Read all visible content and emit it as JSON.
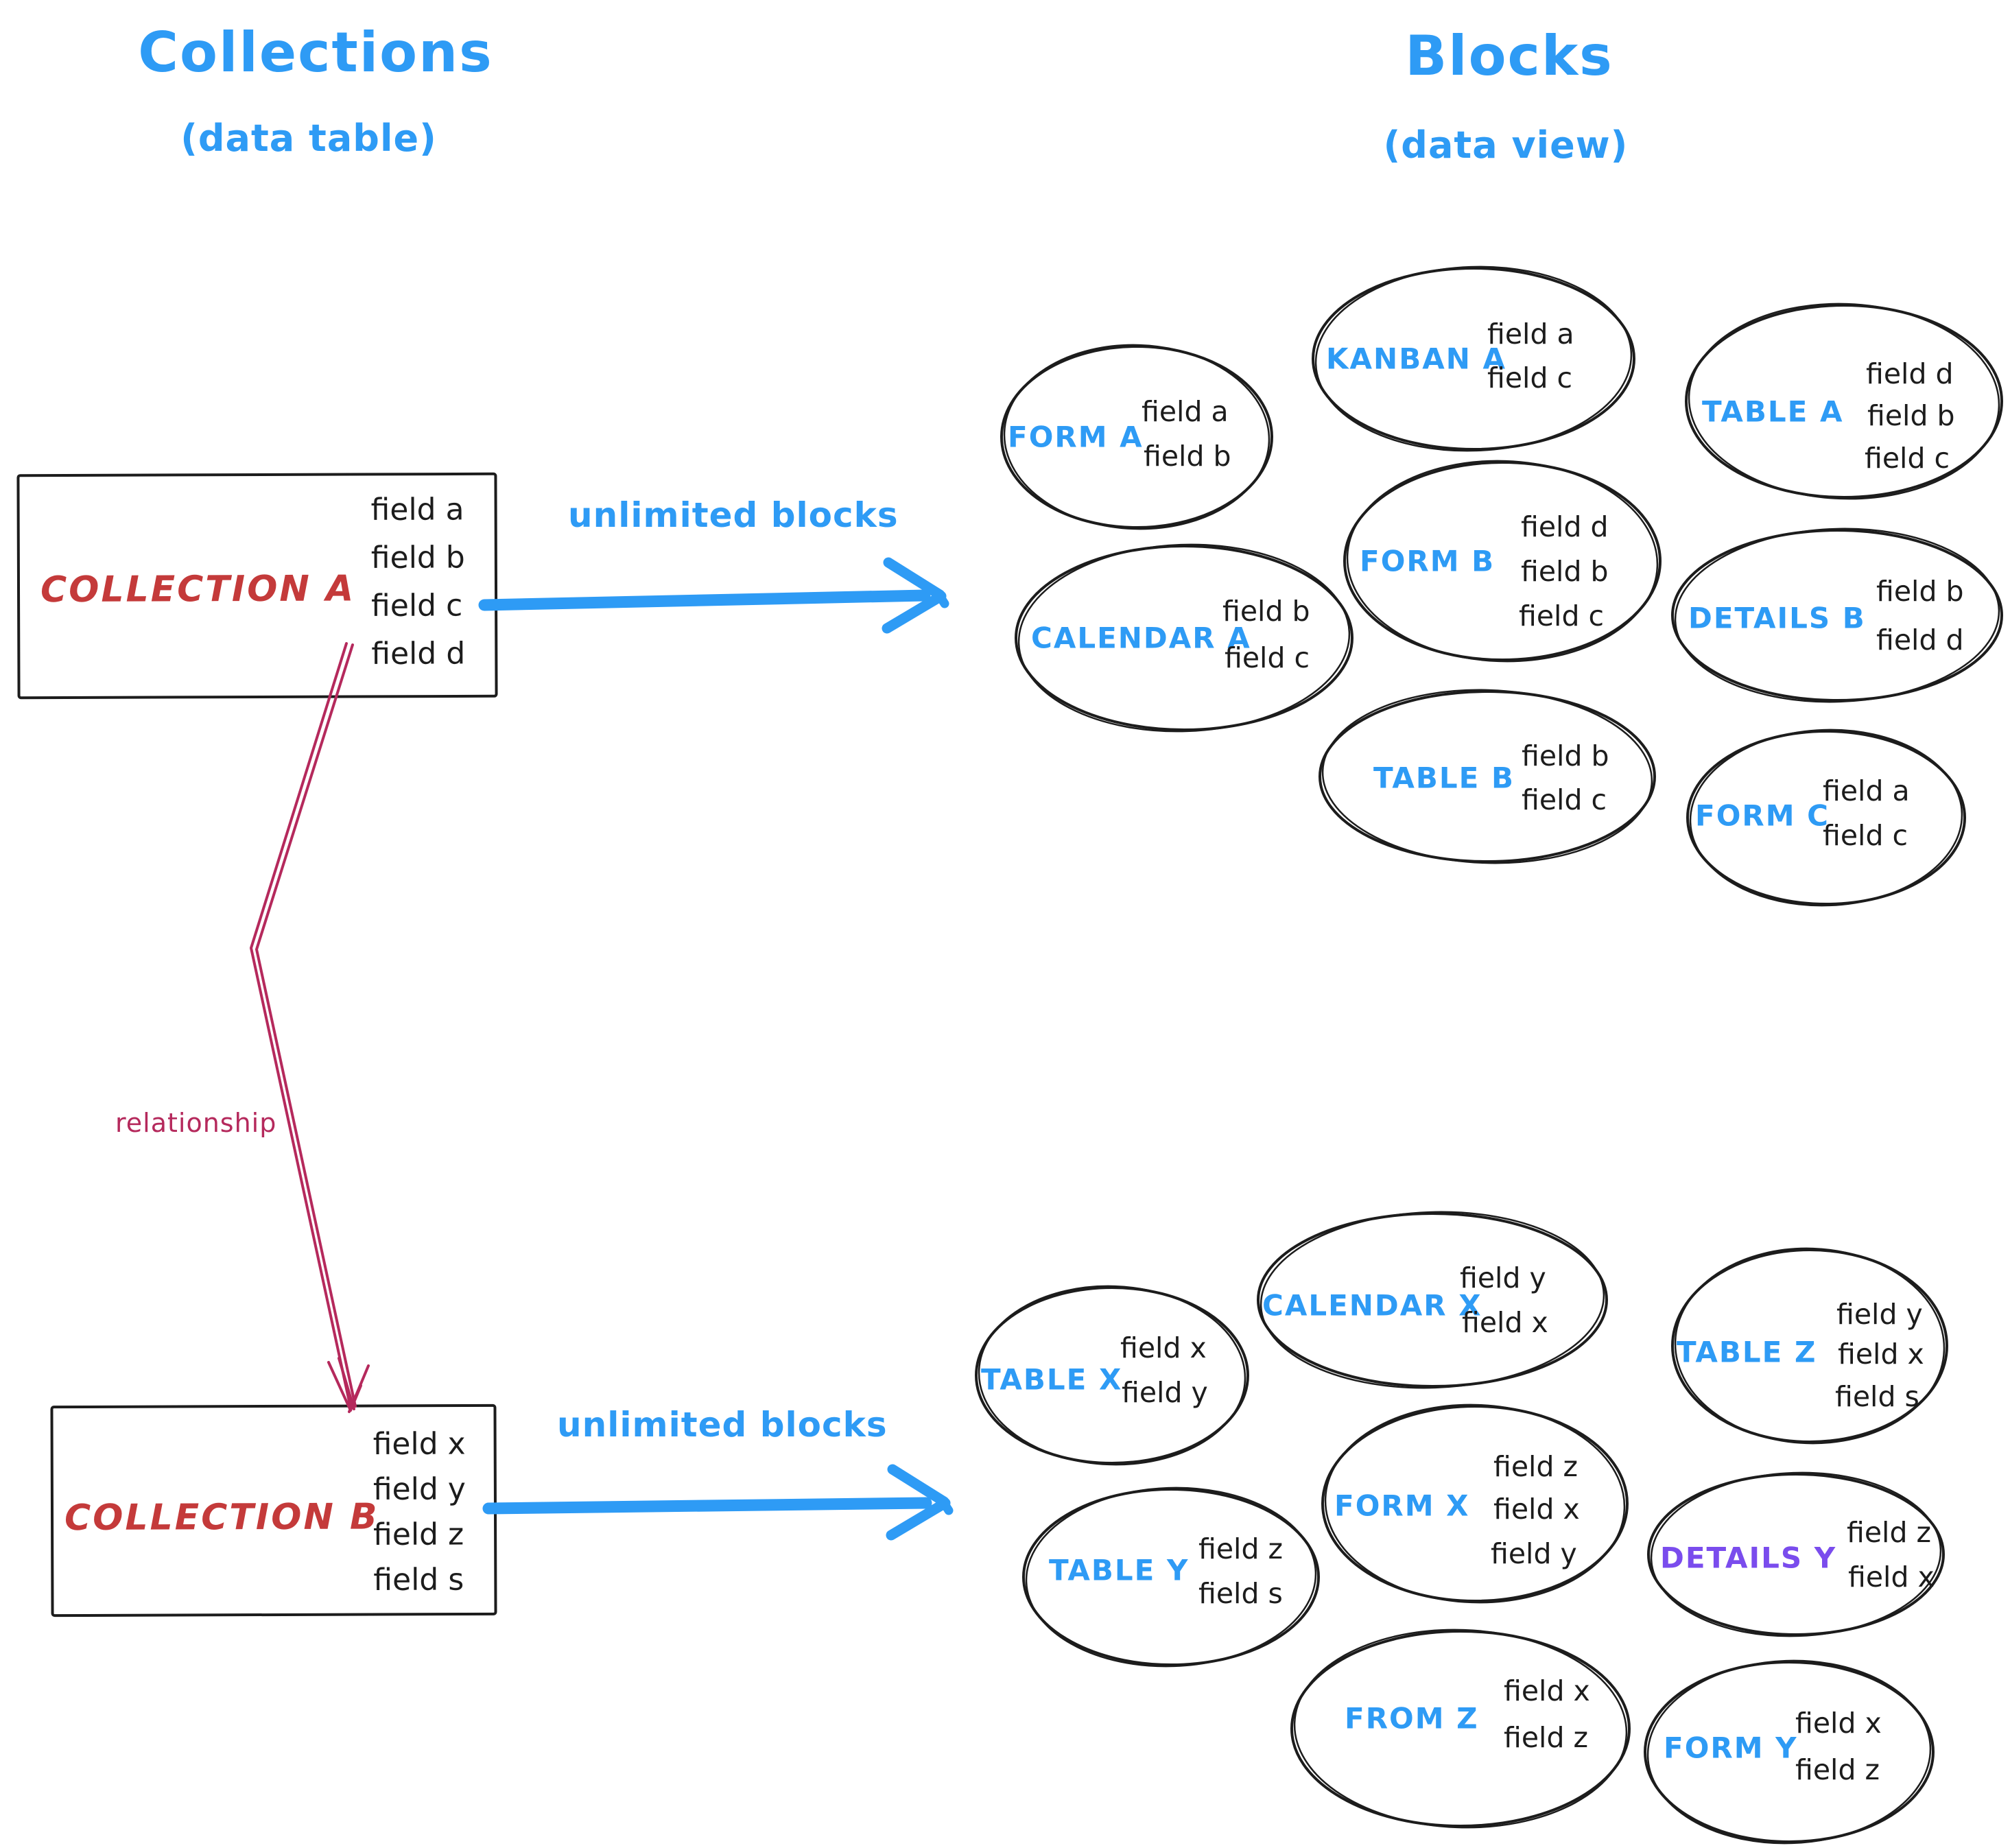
{
  "left_column": {
    "title": "Collections",
    "subtitle": "(data table)"
  },
  "right_column": {
    "title": "Blocks",
    "subtitle": "(data view)"
  },
  "collections": [
    {
      "name": "COLLECTION A",
      "fields": [
        "field a",
        "field b",
        "field c",
        "field d"
      ]
    },
    {
      "name": "COLLECTION B",
      "fields": [
        "field x",
        "field y",
        "field z",
        "field s"
      ]
    }
  ],
  "edges": {
    "a_to_blocks_label": "unlimited blocks",
    "b_to_blocks_label": "unlimited blocks",
    "a_to_b_label": "relationship"
  },
  "blocks_a": [
    {
      "name": "FORM A",
      "fields": [
        "field a",
        "field b"
      ]
    },
    {
      "name": "KANBAN A",
      "fields": [
        "field a",
        "field c"
      ]
    },
    {
      "name": "TABLE A",
      "fields": [
        "field d",
        "field b",
        "field c"
      ]
    },
    {
      "name": "CALENDAR A",
      "fields": [
        "field b",
        "field c"
      ]
    },
    {
      "name": "FORM B",
      "fields": [
        "field d",
        "field b",
        "field c"
      ]
    },
    {
      "name": "DETAILS B",
      "fields": [
        "field b",
        "field d"
      ]
    },
    {
      "name": "TABLE B",
      "fields": [
        "field b",
        "field c"
      ]
    },
    {
      "name": "FORM C",
      "fields": [
        "field a",
        "field c"
      ]
    }
  ],
  "blocks_b": [
    {
      "name": "TABLE X",
      "fields": [
        "field x",
        "field y"
      ]
    },
    {
      "name": "CALENDAR X",
      "fields": [
        "field y",
        "field x"
      ]
    },
    {
      "name": "TABLE Z",
      "fields": [
        "field y",
        "field x",
        "field s"
      ]
    },
    {
      "name": "TABLE Y",
      "fields": [
        "field z",
        "field s"
      ]
    },
    {
      "name": "FORM X",
      "fields": [
        "field z",
        "field x",
        "field y"
      ]
    },
    {
      "name": "DETAILS Y",
      "fields": [
        "field z",
        "field x"
      ]
    },
    {
      "name": "FROM Z",
      "fields": [
        "field x",
        "field z"
      ]
    },
    {
      "name": "FORM Y",
      "fields": [
        "field x",
        "field z"
      ]
    }
  ],
  "colors": {
    "accent_blue": "#2e9bf5",
    "collection_red": "#c43a3a",
    "relationship_crimson": "#b5295c",
    "details_y_purple": "#7a4ced",
    "ink": "#1c1c1c"
  }
}
